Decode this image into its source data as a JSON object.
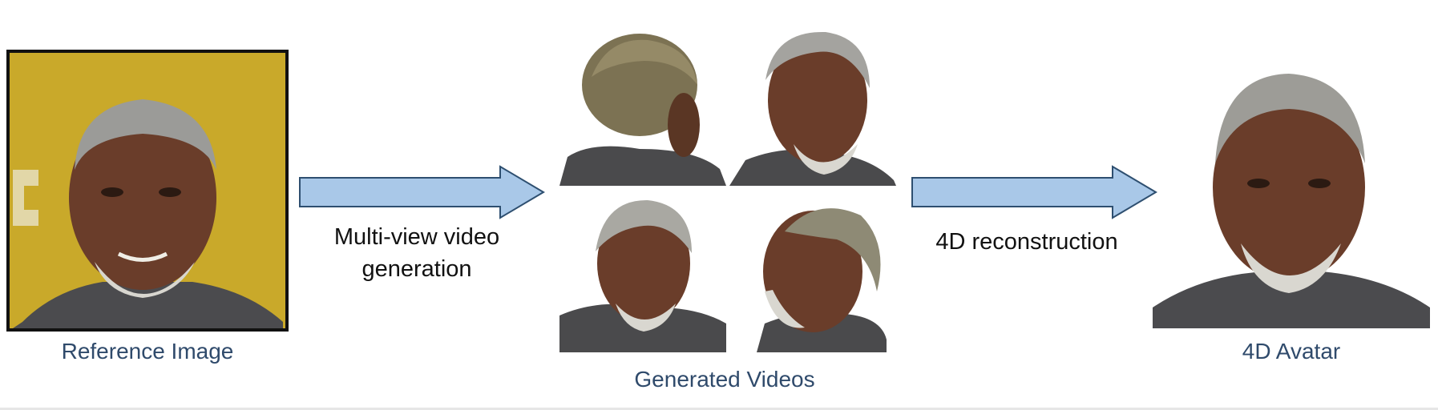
{
  "captions": {
    "reference": "Reference Image",
    "generated": "Generated Videos",
    "avatar": "4D Avatar"
  },
  "arrows": {
    "left_label_line1": "Multi-view video",
    "left_label_line2": "generation",
    "right_label": "4D reconstruction"
  },
  "colors": {
    "arrow_fill": "#a9c8e8",
    "arrow_stroke": "#2e4f70",
    "reference_bg": "#c9a92a",
    "caption": "#2f4a6b"
  }
}
